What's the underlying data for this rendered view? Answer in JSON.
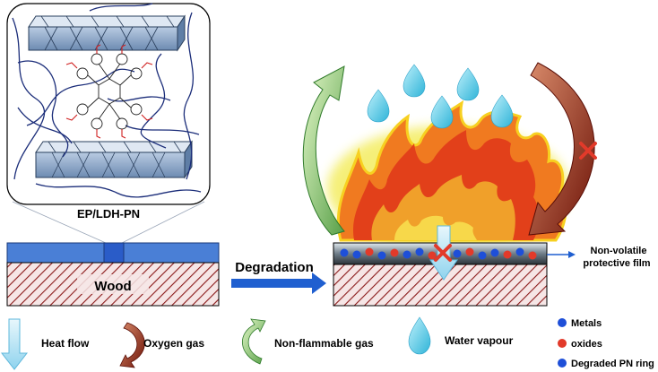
{
  "diagram": {
    "inset_label": "EP/LDH-PN",
    "wood_label": "Wood",
    "process_label": "Degradation",
    "film_label_line1": "Non-volatile",
    "film_label_line2": "protective film"
  },
  "legend": {
    "heat_flow": "Heat flow",
    "oxygen_gas": "Oxygen gas",
    "non_flammable_gas": "Non-flammable gas",
    "water_vapour": "Water vapour",
    "metals": "Metals",
    "oxides": "oxides",
    "degraded_pn_ring": "Degraded PN ring"
  },
  "colors": {
    "coating": "#4a7fd6",
    "wood_stripe": "#8b1a1a",
    "arrow_blue": "#1f5fd0",
    "heat_flow": "#bfe6f5",
    "oxygen": "#7a1a10",
    "non_flammable": "#3e9a3a",
    "water": "#55c8e2",
    "flame_outer": "#f4ee6a",
    "flame_mid": "#f07a20",
    "flame_inner": "#d82a10",
    "metals": "#1e4fd8",
    "oxides": "#e23a2a"
  }
}
